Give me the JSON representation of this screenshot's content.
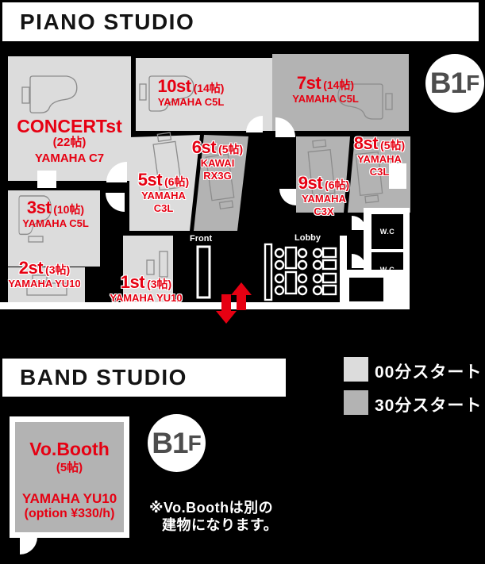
{
  "header_piano": "PIANO STUDIO",
  "header_band": "BAND STUDIO",
  "floor_badge": {
    "b1": "B1",
    "f": "F"
  },
  "colors": {
    "accent_red": "#e60012",
    "room_start00_light": "#dcdcdc",
    "room_start30_dark": "#b3b3b3",
    "badge_text": "#4d4d4d",
    "background": "#000000"
  },
  "rooms": [
    {
      "name": "CONCERTst",
      "size": "(22帖)",
      "p1": "YAMAHA C7"
    },
    {
      "name": "10st",
      "size": "(14帖)",
      "p1": "YAMAHA C5L"
    },
    {
      "name": "7st",
      "size": "(14帖)",
      "p1": "YAMAHA C5L"
    },
    {
      "name": "5st",
      "size": "(6帖)",
      "p1": "YAMAHA",
      "p2": "C3L"
    },
    {
      "name": "6st",
      "size": "(5帖)",
      "p1": "KAWAI",
      "p2": "RX3G"
    },
    {
      "name": "9st",
      "size": "(6帖)",
      "p1": "YAMAHA",
      "p2": "C3X"
    },
    {
      "name": "8st",
      "size": "(5帖)",
      "p1": "YAMAHA",
      "p2": "C3L"
    },
    {
      "name": "3st",
      "size": "(10帖)",
      "p1": "YAMAHA C5L"
    },
    {
      "name": "2st",
      "size": "(3帖)",
      "p1": "YAMAHA YU10"
    },
    {
      "name": "1st",
      "size": "(3帖)",
      "p1": "YAMAHA YU10"
    }
  ],
  "plan_labels": {
    "front": "Front",
    "lobby": "Lobby",
    "wc": "W.C"
  },
  "legend": {
    "start00": "00分スタート",
    "start30": "30分スタート"
  },
  "vo_booth": {
    "name": "Vo.Booth",
    "size": "(5帖)",
    "p1": "YAMAHA YU10",
    "p2": "(option ¥330/h)"
  },
  "note": {
    "l1": "※Vo.Boothは別の",
    "l2": "建物になります。"
  }
}
